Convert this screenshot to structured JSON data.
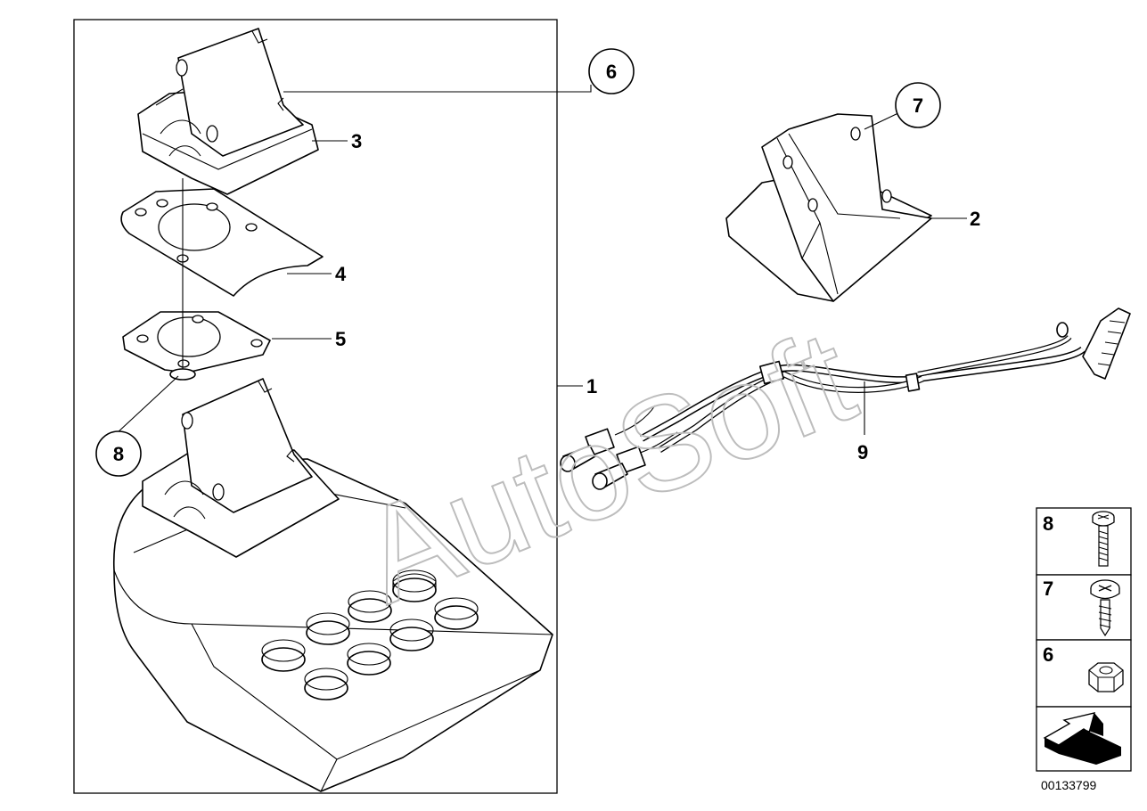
{
  "watermark": "AutoSoft",
  "callouts": [
    {
      "id": "callout-6",
      "number": "6"
    },
    {
      "id": "callout-7",
      "number": "7"
    },
    {
      "id": "callout-8",
      "number": "8"
    }
  ],
  "labels": {
    "part_1": "1",
    "part_2": "2",
    "part_3": "3",
    "part_4": "4",
    "part_5": "5",
    "part_9": "9"
  },
  "legend": [
    {
      "number": "8",
      "icon": "pan-head-screw-icon"
    },
    {
      "number": "7",
      "icon": "cross-head-self-tapping-screw-icon"
    },
    {
      "number": "6",
      "icon": "hex-nut-icon"
    },
    {
      "number": "",
      "icon": "direction-arrow-icon"
    }
  ],
  "diagram_id": "00133799"
}
